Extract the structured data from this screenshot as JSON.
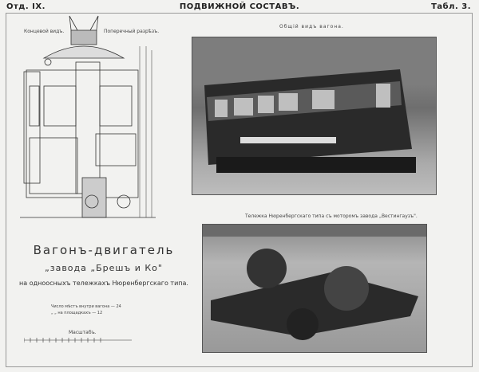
{
  "header": {
    "section": "Отд. IX.",
    "title": "ПОДВИЖНОЙ СОСТАВЪ.",
    "table": "Табл. 3."
  },
  "drawing": {
    "end_view_label": "Концевой видъ.",
    "cross_section_label": "Поперечный разрѣзъ."
  },
  "photo_top": {
    "caption": "Общiй видъ вагона."
  },
  "photo_bottom": {
    "caption": "Тележка Нюренбергскаго типа съ моторомъ завода „Вестингаузъ\"."
  },
  "description": {
    "title": "Вагонъ-двигатель",
    "maker": "„завода „Брешъ и Ко\"",
    "subtitle": "на одноосныхъ тележкахъ Нюренбергскаго типа.",
    "seats_inside": "Число мѣстъ внутри вагона — 24",
    "seats_platform": "„ „ на площадкахъ — 12",
    "scale_label": "Масштабъ."
  }
}
